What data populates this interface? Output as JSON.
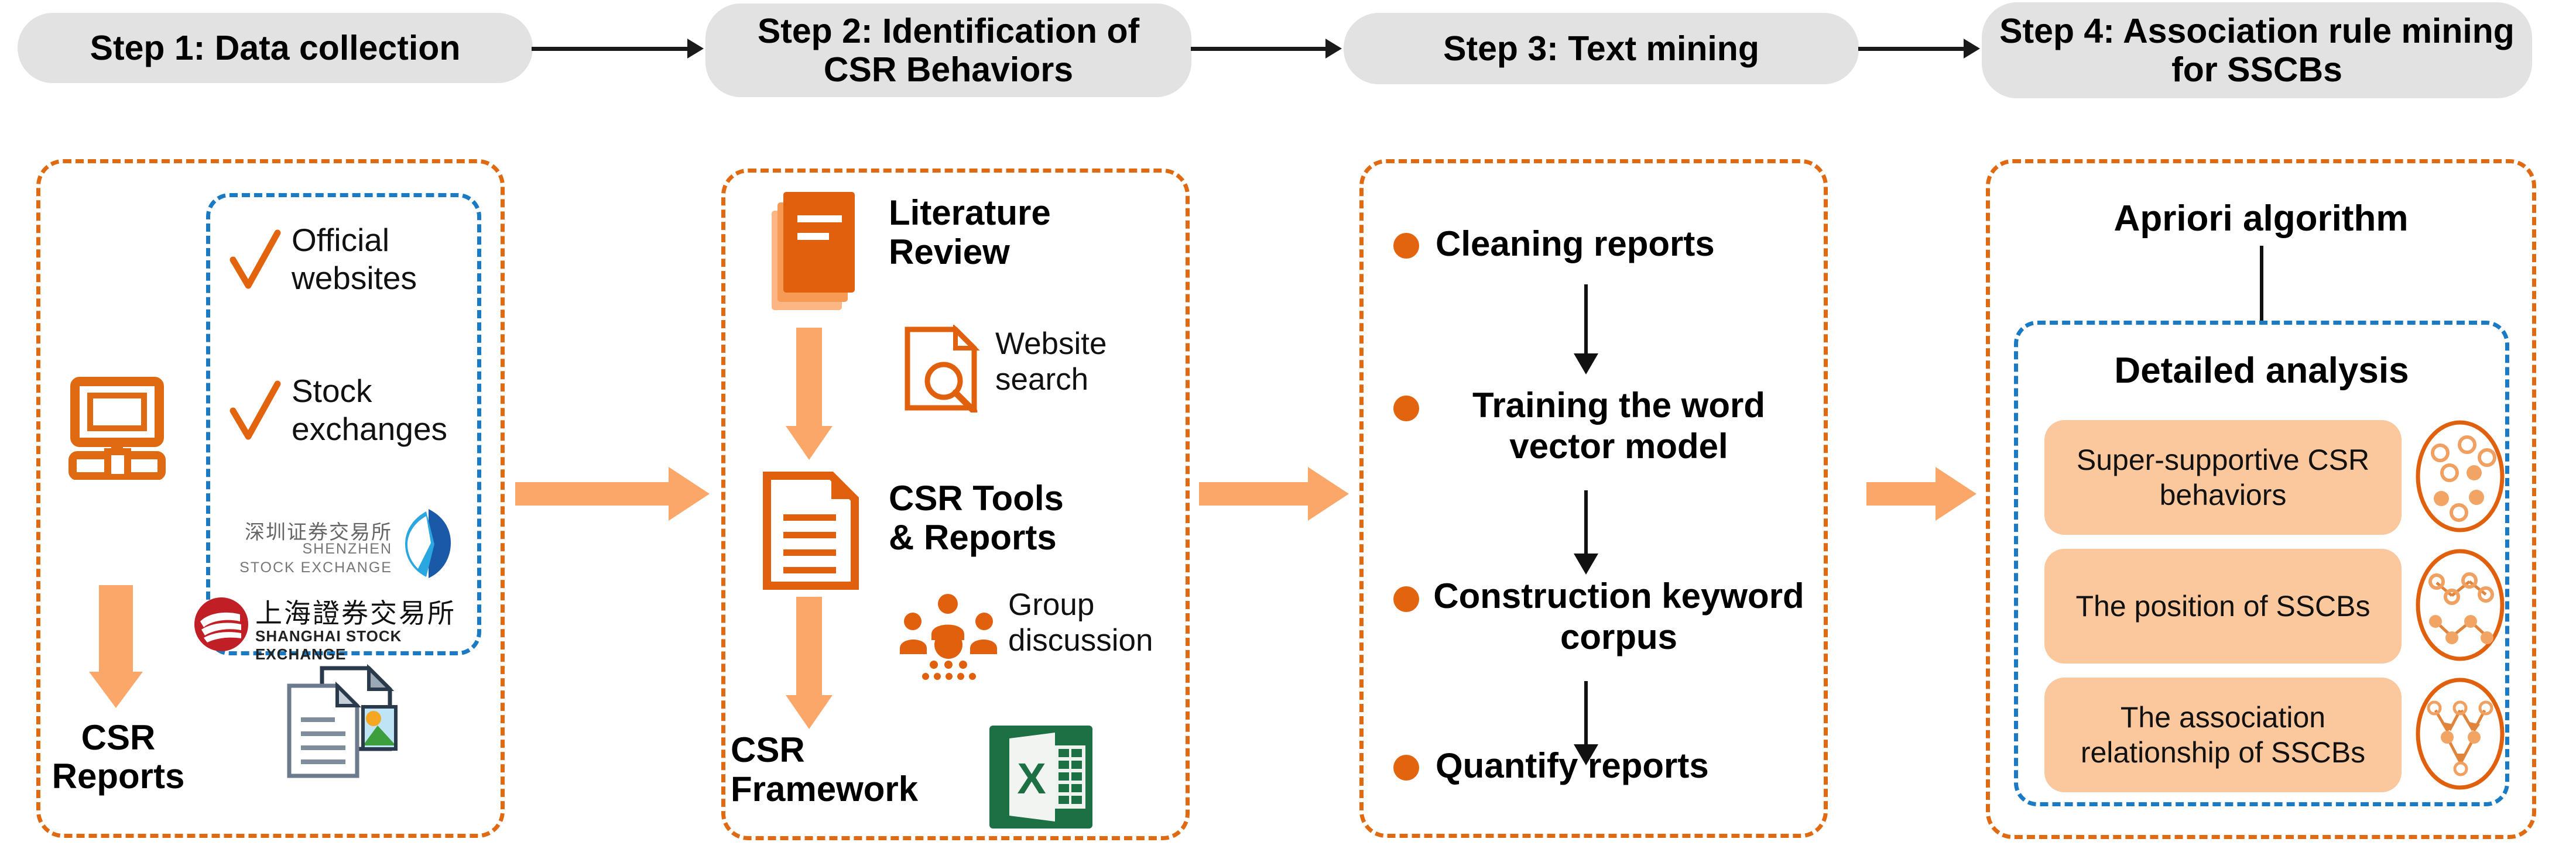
{
  "diagram": {
    "title": "CSR research methodology workflow",
    "colors": {
      "orange_dark": "#e06a11",
      "orange_bullet": "#e2640e",
      "orange_pale": "#fba76a",
      "pill_fill": "#fbc79c",
      "blue_dashed": "#1b7ac4",
      "step_pill_bg": "#e2e2e2",
      "excel_green": "#1d7044",
      "shanghai_red": "#c11f26"
    }
  },
  "steps": [
    {
      "id": "step-1",
      "label": "Step 1: Data collection"
    },
    {
      "id": "step-2",
      "label": "Step 2: Identification of CSR Behaviors"
    },
    {
      "id": "step-3",
      "label": "Step 3:  Text mining"
    },
    {
      "id": "step-4",
      "label": "Step 4: Association rule mining for SSCBs"
    }
  ],
  "panel1": {
    "sources": [
      {
        "check": "✓",
        "label": "Official websites"
      },
      {
        "check": "✓",
        "label": "Stock exchanges"
      }
    ],
    "logos": [
      {
        "name": "shenzhen-stock-exchange",
        "cn": "深圳证券交易所",
        "en_line1": "SHENZHEN",
        "en_line2": "STOCK EXCHANGE"
      },
      {
        "name": "shanghai-stock-exchange",
        "cn": "上海證券交易所",
        "en_line1": "SHANGHAI STOCK EXCHANGE"
      }
    ],
    "output_label": "CSR Reports"
  },
  "panel2": {
    "items": [
      {
        "label": "Literature Review",
        "icon": "book-stack-icon",
        "emphasis": "bold"
      },
      {
        "label": "Website search",
        "icon": "document-search-icon",
        "emphasis": "light"
      },
      {
        "label": "CSR Tools & Reports",
        "icon": "document-lines-icon",
        "emphasis": "bold"
      },
      {
        "label": "Group discussion",
        "icon": "group-people-icon",
        "emphasis": "light"
      },
      {
        "label": "CSR Framework",
        "icon": "excel-icon",
        "emphasis": "bold"
      }
    ],
    "excel_letter": "X"
  },
  "panel3": {
    "items": [
      "Cleaning reports",
      "Training the word vector model",
      "Construction keyword corpus",
      "Quantify reports"
    ]
  },
  "panel4": {
    "algorithm_label": "Apriori algorithm",
    "analysis_title": "Detailed analysis",
    "results": [
      {
        "label": "Super-supportive CSR behaviors",
        "icon": "scatter-nodes-icon"
      },
      {
        "label": "The position of SSCBs",
        "icon": "chain-nodes-icon"
      },
      {
        "label": "The association relationship of SSCBs",
        "icon": "directed-graph-icon"
      }
    ]
  }
}
